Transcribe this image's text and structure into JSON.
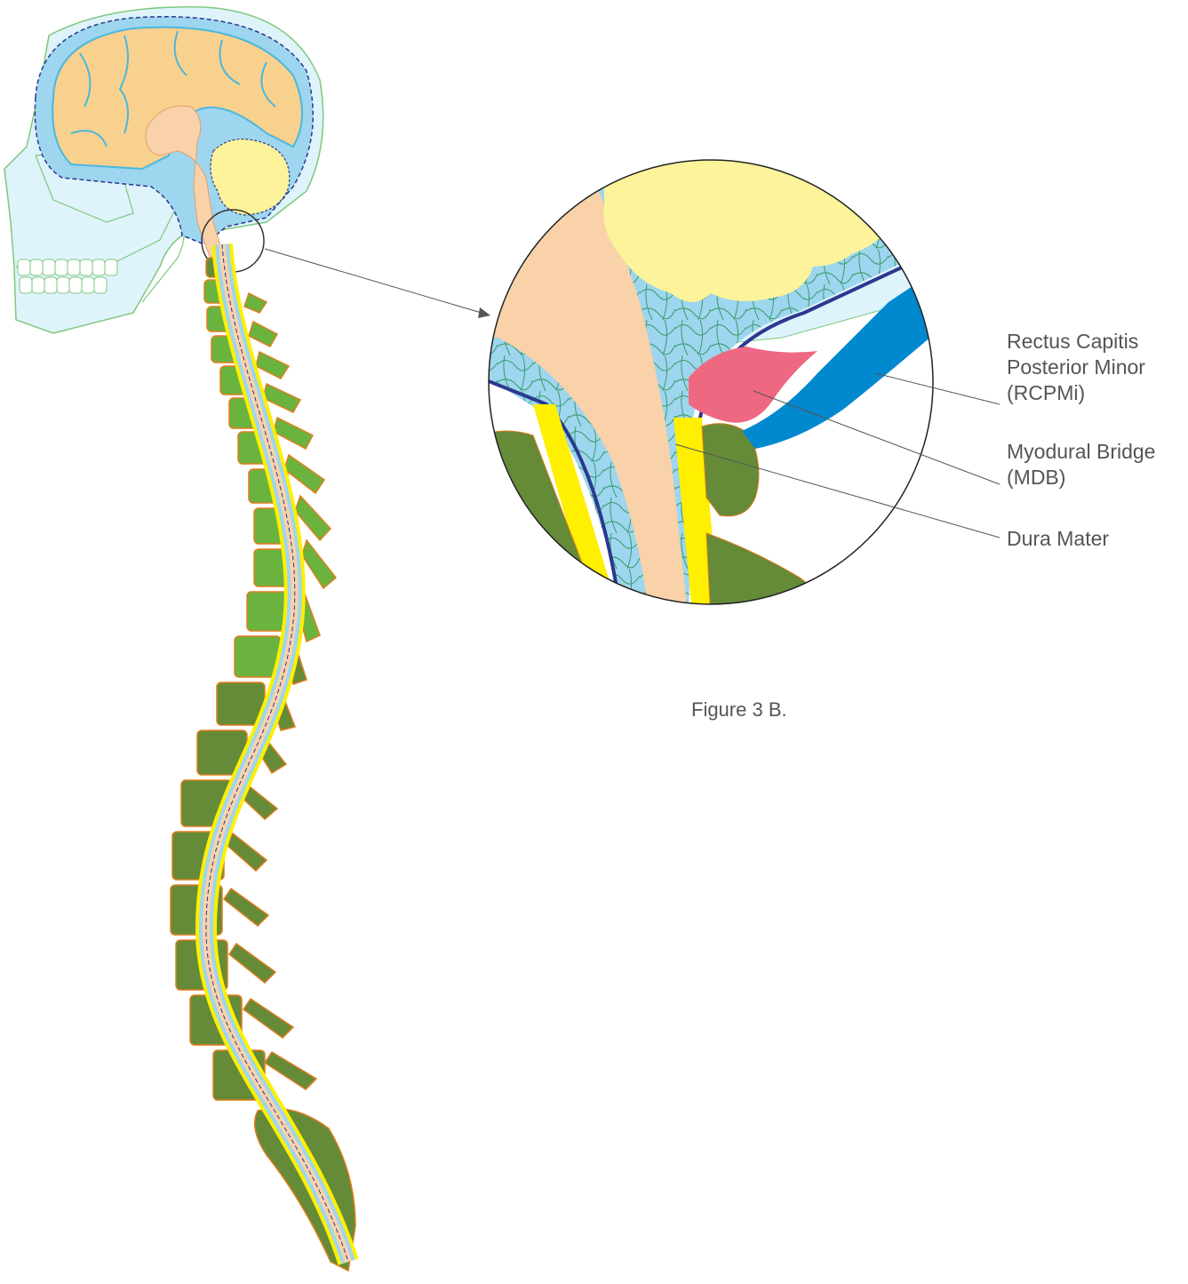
{
  "figure_caption": "Figure 3 B.",
  "callouts": [
    {
      "id": "rcpmi",
      "lines": [
        "Rectus Capitis",
        "Posterior Minor",
        "(RCPMi)"
      ]
    },
    {
      "id": "mdb",
      "lines": [
        "Myodural Bridge",
        "(MDB)"
      ]
    },
    {
      "id": "dura",
      "lines": [
        "Dura Mater"
      ]
    }
  ],
  "colors": {
    "brain": "#f9d18e",
    "brainstem": "#f9d2aa",
    "cerebellum": "#fcf39a",
    "csf": "#9dd6ee",
    "skull": "#dff3fb",
    "vertebra_light": "#6ab33f",
    "vertebra_dark": "#658b38",
    "vertebra_outline": "#e07d1c",
    "dura_yellow": "#ffef00",
    "dura_line": "#2b3990",
    "rcpmi_blue": "#0089cf",
    "mdb_pink": "#ef6882",
    "leader_line": "#555555"
  }
}
